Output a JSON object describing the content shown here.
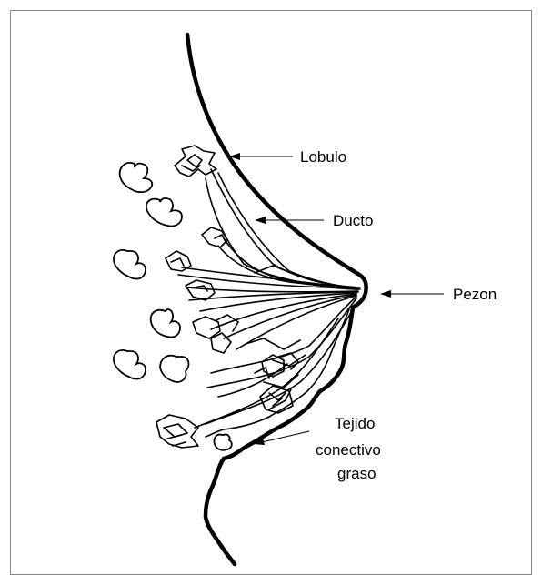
{
  "labels": {
    "lobulo": "Lobulo",
    "ducto": "Ducto",
    "pezon": "Pezon",
    "tejido_line1": "Tejido",
    "tejido_line2": "conectivo",
    "tejido_line3": "graso"
  },
  "colors": {
    "ink": "#000000",
    "background": "#ffffff",
    "frame": "#888888"
  }
}
